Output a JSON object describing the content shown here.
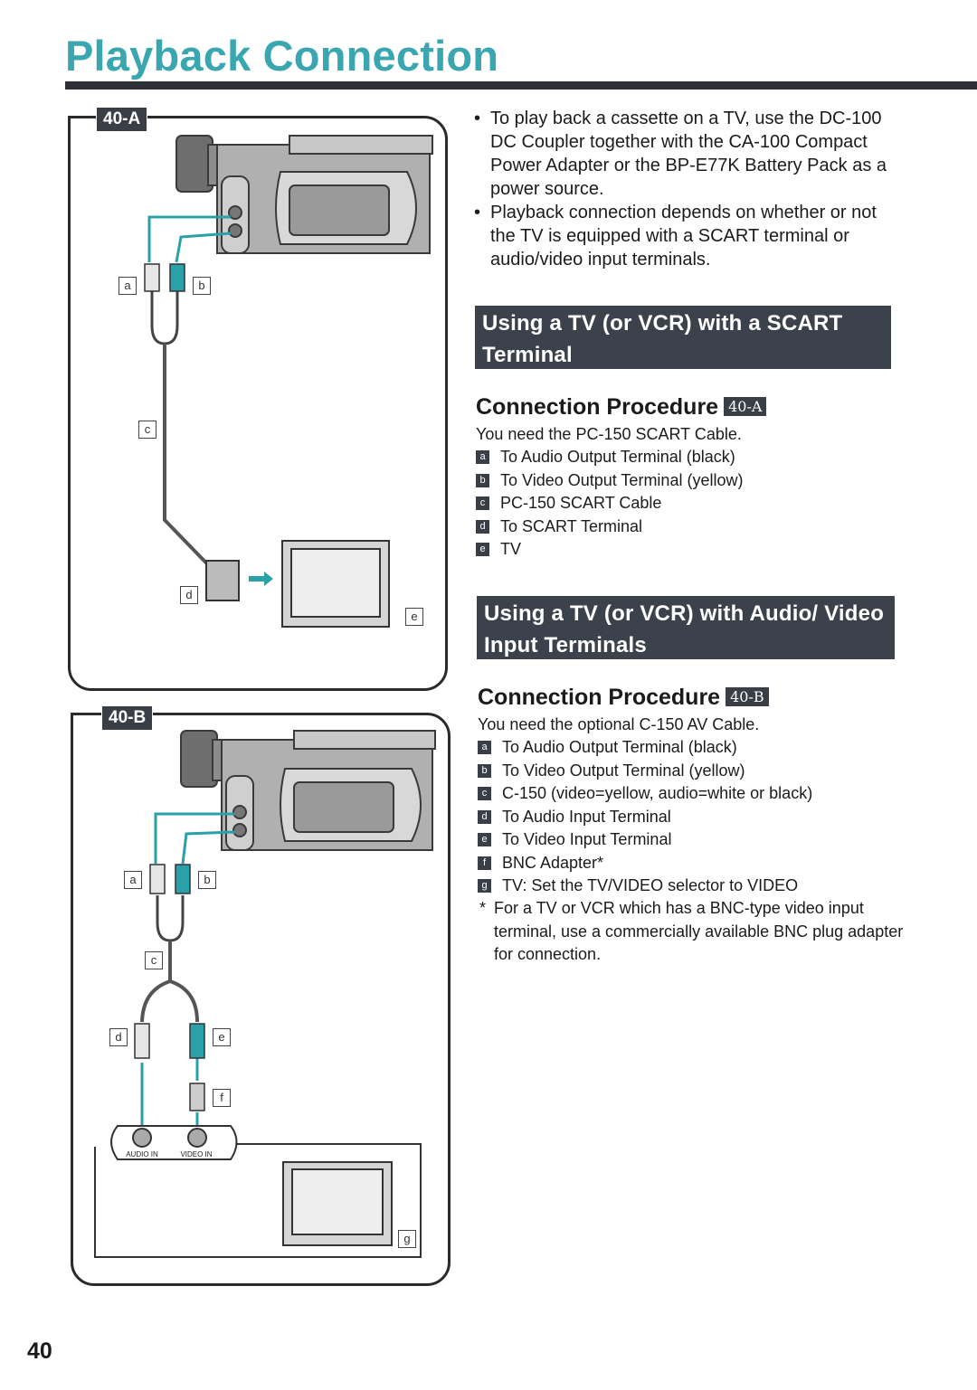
{
  "header": {
    "title": "Playback Connection"
  },
  "figures": {
    "a": {
      "tag": "40-A",
      "labels": {
        "a": "a",
        "b": "b",
        "c": "c",
        "d": "d",
        "e": "e"
      }
    },
    "b": {
      "tag": "40-B",
      "labels": {
        "a": "a",
        "b": "b",
        "c": "c",
        "d": "d",
        "e": "e",
        "f": "f",
        "g": "g"
      },
      "jack_audio": "AUDIO IN",
      "jack_video": "VIDEO IN"
    }
  },
  "intro": {
    "bullets": [
      "To play back a cassette on a TV, use the DC-100 DC Coupler together  with the CA-100 Compact Power Adapter or the BP-E77K Battery Pack as a power source.",
      "Playback connection depends on whether or not the TV is equipped with a SCART terminal or audio/video input terminals."
    ]
  },
  "scart": {
    "heading": "Using a TV (or VCR) with a SCART Terminal",
    "proc_title": "Connection Procedure",
    "proc_badge": "40-A",
    "need": "You need the PC-150 SCART Cable.",
    "items": [
      {
        "key": "a",
        "text": "To Audio Output Terminal (black)"
      },
      {
        "key": "b",
        "text": "To Video Output Terminal (yellow)"
      },
      {
        "key": "c",
        "text": "PC-150 SCART Cable"
      },
      {
        "key": "d",
        "text": "To SCART Terminal"
      },
      {
        "key": "e",
        "text": "TV"
      }
    ]
  },
  "av": {
    "heading": "Using a TV (or VCR) with Audio/ Video Input Terminals",
    "proc_title": "Connection Procedure",
    "proc_badge": "40-B",
    "need": "You need the optional C-150 AV Cable.",
    "items": [
      {
        "key": "a",
        "text": "To Audio Output Terminal (black)"
      },
      {
        "key": "b",
        "text": "To Video Output Terminal (yellow)"
      },
      {
        "key": "c",
        "text": "C-150 (video=yellow, audio=white or black)"
      },
      {
        "key": "d",
        "text": "To Audio Input Terminal"
      },
      {
        "key": "e",
        "text": "To Video Input Terminal"
      },
      {
        "key": "f",
        "text": "BNC Adapter*"
      },
      {
        "key": "g",
        "text": "TV: Set the TV/VIDEO selector to VIDEO"
      }
    ],
    "footnote": "For a TV or VCR which has a BNC-type video input terminal, use a commercially available BNC plug adapter for connection."
  },
  "footer": {
    "page_number": "40"
  },
  "colors": {
    "accent": "#3aa7b0",
    "cable": "#2aa0a8",
    "dark": "#3a3f47"
  }
}
